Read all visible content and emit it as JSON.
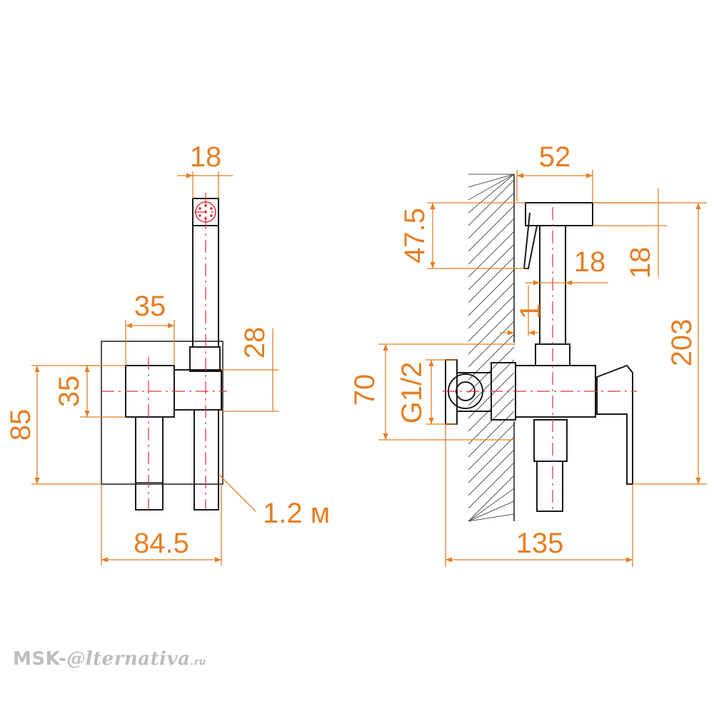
{
  "colors": {
    "dimension": "#e67e22",
    "centerline": "#e0303a",
    "outline": "#1a1a1a",
    "hatch": "#555555",
    "watermark": "#bdbdbd"
  },
  "left_view": {
    "dim_top_width": "18",
    "dim_body_width": "35",
    "dim_holder_height": "28",
    "dim_body_height": "35",
    "dim_total_height": "85",
    "dim_total_width": "84.5",
    "hose_length": "1.2 м"
  },
  "right_view": {
    "dim_head_width": "52",
    "dim_head_height": "47.5",
    "dim_stem": "18",
    "dim_head_offset": "18",
    "dim_wall_gap": "1",
    "dim_total_height": "203",
    "dim_flange_height": "70",
    "thread": "G1/2",
    "dim_total_depth": "135"
  },
  "watermark": {
    "prefix": "MSK-",
    "logo_char": "@",
    "name": "lternativa",
    "tld": ".ru"
  }
}
